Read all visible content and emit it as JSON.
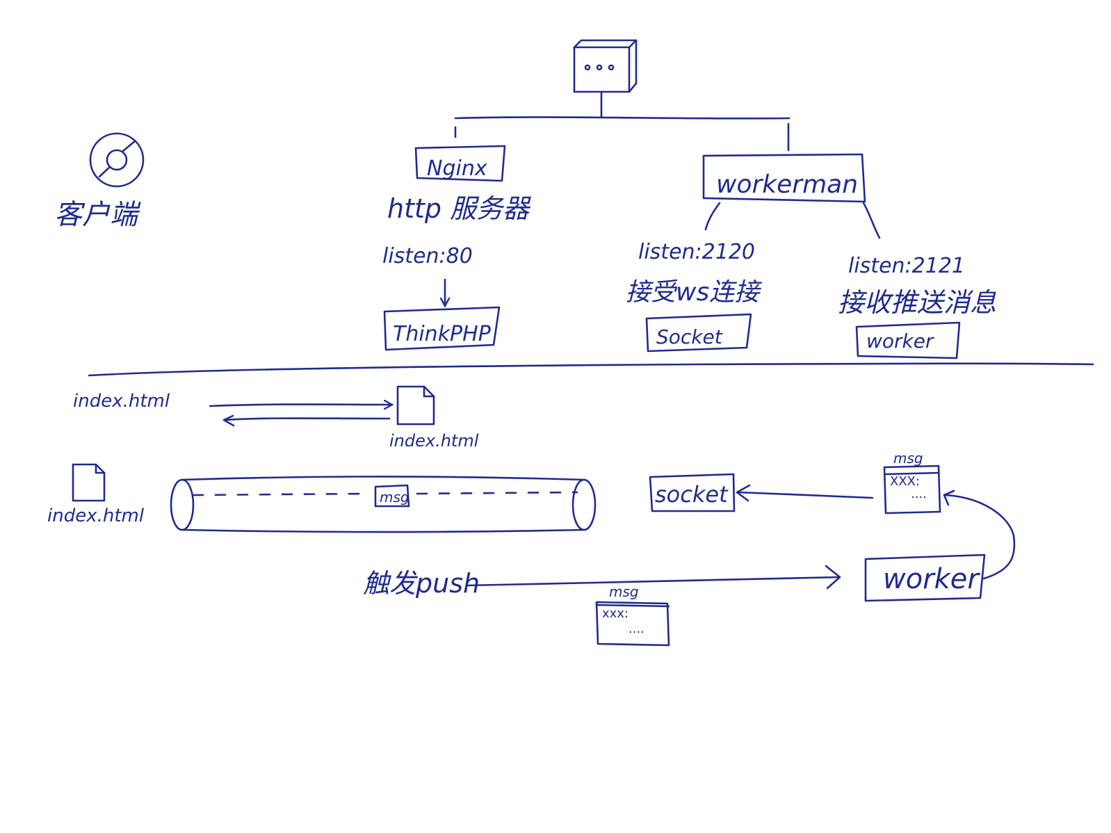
{
  "server": {
    "icon": "server-box-icon",
    "nginx_label": "Nginx",
    "http_label": "http 服务器",
    "listen_80": "listen:80",
    "thinkphp_label": "ThinkPHP",
    "workerman_label": "workerman",
    "listen_2120": "listen:2120",
    "ws_caption": "接受ws连接",
    "socket_label": "Socket",
    "listen_2121": "listen:2121",
    "push_caption": "接收推送消息",
    "worker_label": "worker"
  },
  "client": {
    "icon": "client-icon",
    "label": "客户端"
  },
  "flow": {
    "request_file": "index.html",
    "response_file": "index.html",
    "client_file": "index.html",
    "pipe_msg": "msg",
    "socket_label": "socket",
    "msg_doc_title": "msg",
    "msg_doc_line": "XXX:",
    "msg_doc_dots": "....",
    "trigger_label": "触发push",
    "worker_label": "worker",
    "trigger_msg_title": "msg",
    "trigger_msg_line": "xxx:",
    "trigger_msg_dots": "...."
  },
  "colors": {
    "ink": "#1f2b8f",
    "background": "#ffffff"
  }
}
